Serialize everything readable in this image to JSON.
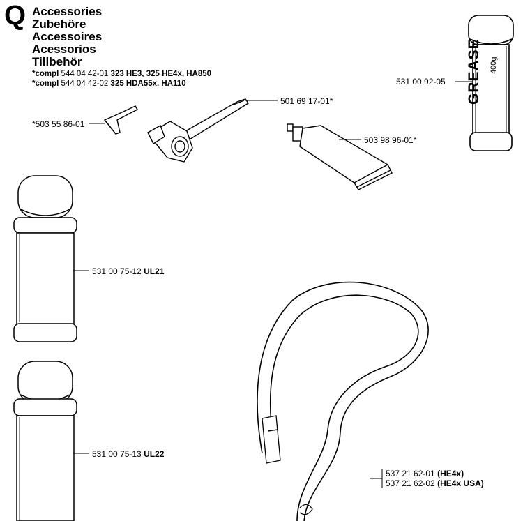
{
  "section_letter": "Q",
  "titles": [
    "Accessories",
    "Zubehöre",
    "Accessoires",
    "Acessorios",
    "Tillbehör"
  ],
  "compl_lines": [
    {
      "prefix": "*compl",
      "part": "544 04 42-01",
      "models": "323 HE3, 325 HE4x, HA850"
    },
    {
      "prefix": "*compl",
      "part": "544 04 42-02",
      "models": "325 HDA55x, HA110"
    }
  ],
  "callouts": {
    "hex_key": {
      "part": "*503 55 86-01",
      "suffix": ""
    },
    "wrench": {
      "part": "501 69 17-01*",
      "suffix": ""
    },
    "tube": {
      "part": "503 98 96-01*",
      "suffix": ""
    },
    "grease": {
      "part": "531 00 92-05",
      "suffix": ""
    },
    "spray_ul21": {
      "part": "531 00 75-12",
      "suffix": "UL21"
    },
    "spray_ul22": {
      "part": "531 00 75-13",
      "suffix": "UL22"
    },
    "strap_1": {
      "part": "537 21 62-01",
      "suffix": "(HE4x)"
    },
    "strap_2": {
      "part": "537 21 62-02",
      "suffix": "(HE4x USA)"
    }
  },
  "grease_tube_print": {
    "word": "GREASE",
    "weight": "400g"
  }
}
